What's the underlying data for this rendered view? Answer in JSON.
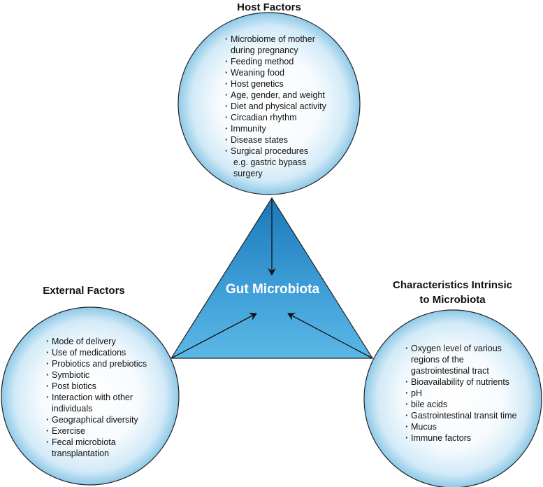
{
  "center_label": "Gut Microbiota",
  "host": {
    "heading": "Host Factors",
    "items": [
      {
        "text": "Microbiome of mother",
        "bullet": true
      },
      {
        "text": "during pregnancy",
        "bullet": false
      },
      {
        "text": "Feeding method",
        "bullet": true
      },
      {
        "text": "Weaning food",
        "bullet": true
      },
      {
        "text": "Host genetics",
        "bullet": true
      },
      {
        "text": "Age, gender, and weight",
        "bullet": true
      },
      {
        "text": "Diet and physical activity",
        "bullet": true
      },
      {
        "text": "Circadian rhythm",
        "bullet": true
      },
      {
        "text": "Immunity",
        "bullet": true
      },
      {
        "text": "Disease states",
        "bullet": true
      },
      {
        "text": "Surgical procedures",
        "bullet": true
      },
      {
        "text": "e.g. gastric bypass",
        "bullet": false,
        "indent": true
      },
      {
        "text": "surgery",
        "bullet": false,
        "indent": true
      }
    ]
  },
  "external": {
    "heading": "External Factors",
    "items": [
      {
        "text": "Mode of delivery",
        "bullet": true
      },
      {
        "text": "Use of medications",
        "bullet": true
      },
      {
        "text": "Probiotics and prebiotics",
        "bullet": true
      },
      {
        "text": "Symbiotic",
        "bullet": true
      },
      {
        "text": "Post biotics",
        "bullet": true
      },
      {
        "text": "Interaction with other",
        "bullet": true
      },
      {
        "text": "individuals",
        "bullet": false
      },
      {
        "text": "Geographical diversity",
        "bullet": true
      },
      {
        "text": "Exercise",
        "bullet": true
      },
      {
        "text": "Fecal microbiota",
        "bullet": true
      },
      {
        "text": "transplantation",
        "bullet": false
      }
    ]
  },
  "intrinsic": {
    "heading_line1": "Characteristics Intrinsic",
    "heading_line2": "to Microbiota",
    "items": [
      {
        "text": "Oxygen level of various",
        "bullet": true
      },
      {
        "text": "regions of the",
        "bullet": false
      },
      {
        "text": "gastrointestinal tract",
        "bullet": false
      },
      {
        "text": "Bioavailability of nutrients",
        "bullet": true
      },
      {
        "text": "pH",
        "bullet": true
      },
      {
        "text": "bile acids",
        "bullet": true
      },
      {
        "text": "Gastrointestinal transit time",
        "bullet": true
      },
      {
        "text": "Mucus",
        "bullet": true
      },
      {
        "text": "Immune factors",
        "bullet": true
      }
    ]
  },
  "colors": {
    "triangle_light": "#5bb8e6",
    "triangle_dark": "#1a78b8",
    "circle_center": "#ffffff",
    "circle_edge": "#8ec9e8",
    "outline": "#222222"
  }
}
